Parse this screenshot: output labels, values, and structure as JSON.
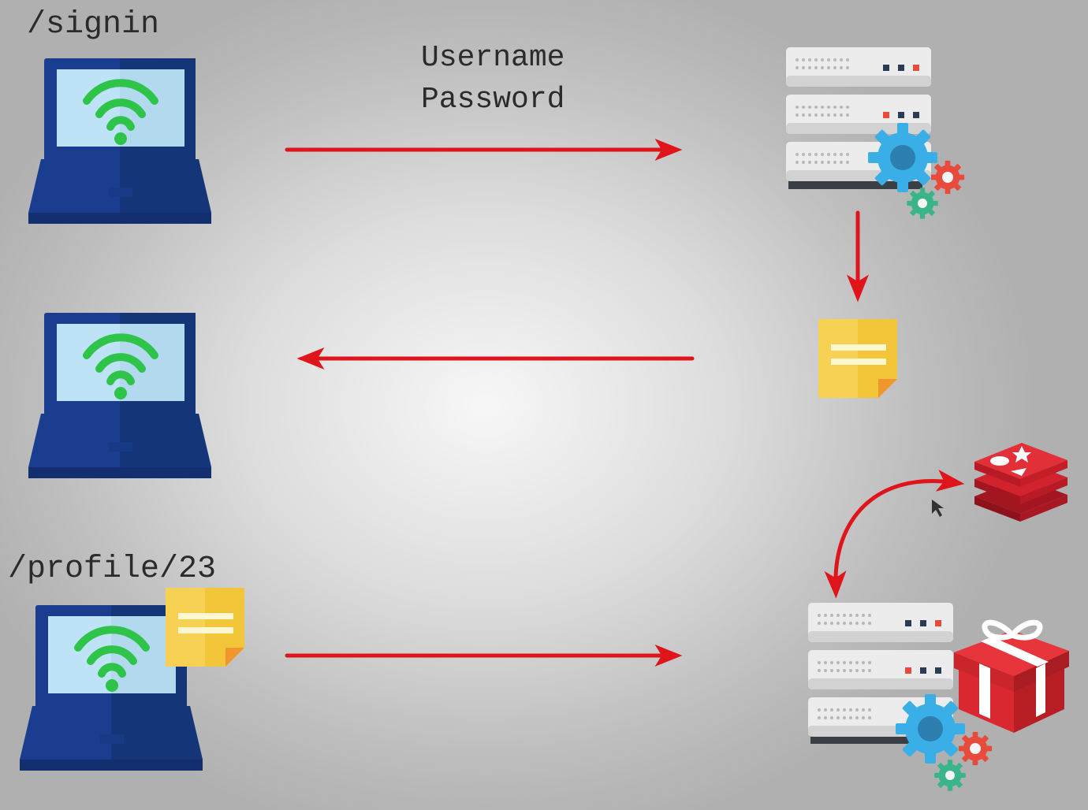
{
  "labels": {
    "signin_path": "/signin",
    "username": "Username",
    "password": "Password",
    "profile_path": "/profile/23"
  },
  "colors": {
    "arrow": "#e0141b",
    "laptop_body": "#1a3d8f",
    "laptop_dark": "#132f70",
    "screen": "#bfe3f6",
    "wifi": "#2ec44a",
    "note": "#f7d154",
    "note_fold": "#f0962c",
    "server": "#eaeaea",
    "gear_blue": "#3aaee6",
    "gear_red": "#e84a3c",
    "gear_green": "#3ab58a",
    "gift": "#d9282f",
    "redis": "#d2222d"
  },
  "icons": [
    "laptop-icon",
    "wifi-icon",
    "server-icon",
    "gear-icon",
    "sticky-note-icon",
    "redis-icon",
    "gift-icon",
    "arrow-icon"
  ]
}
